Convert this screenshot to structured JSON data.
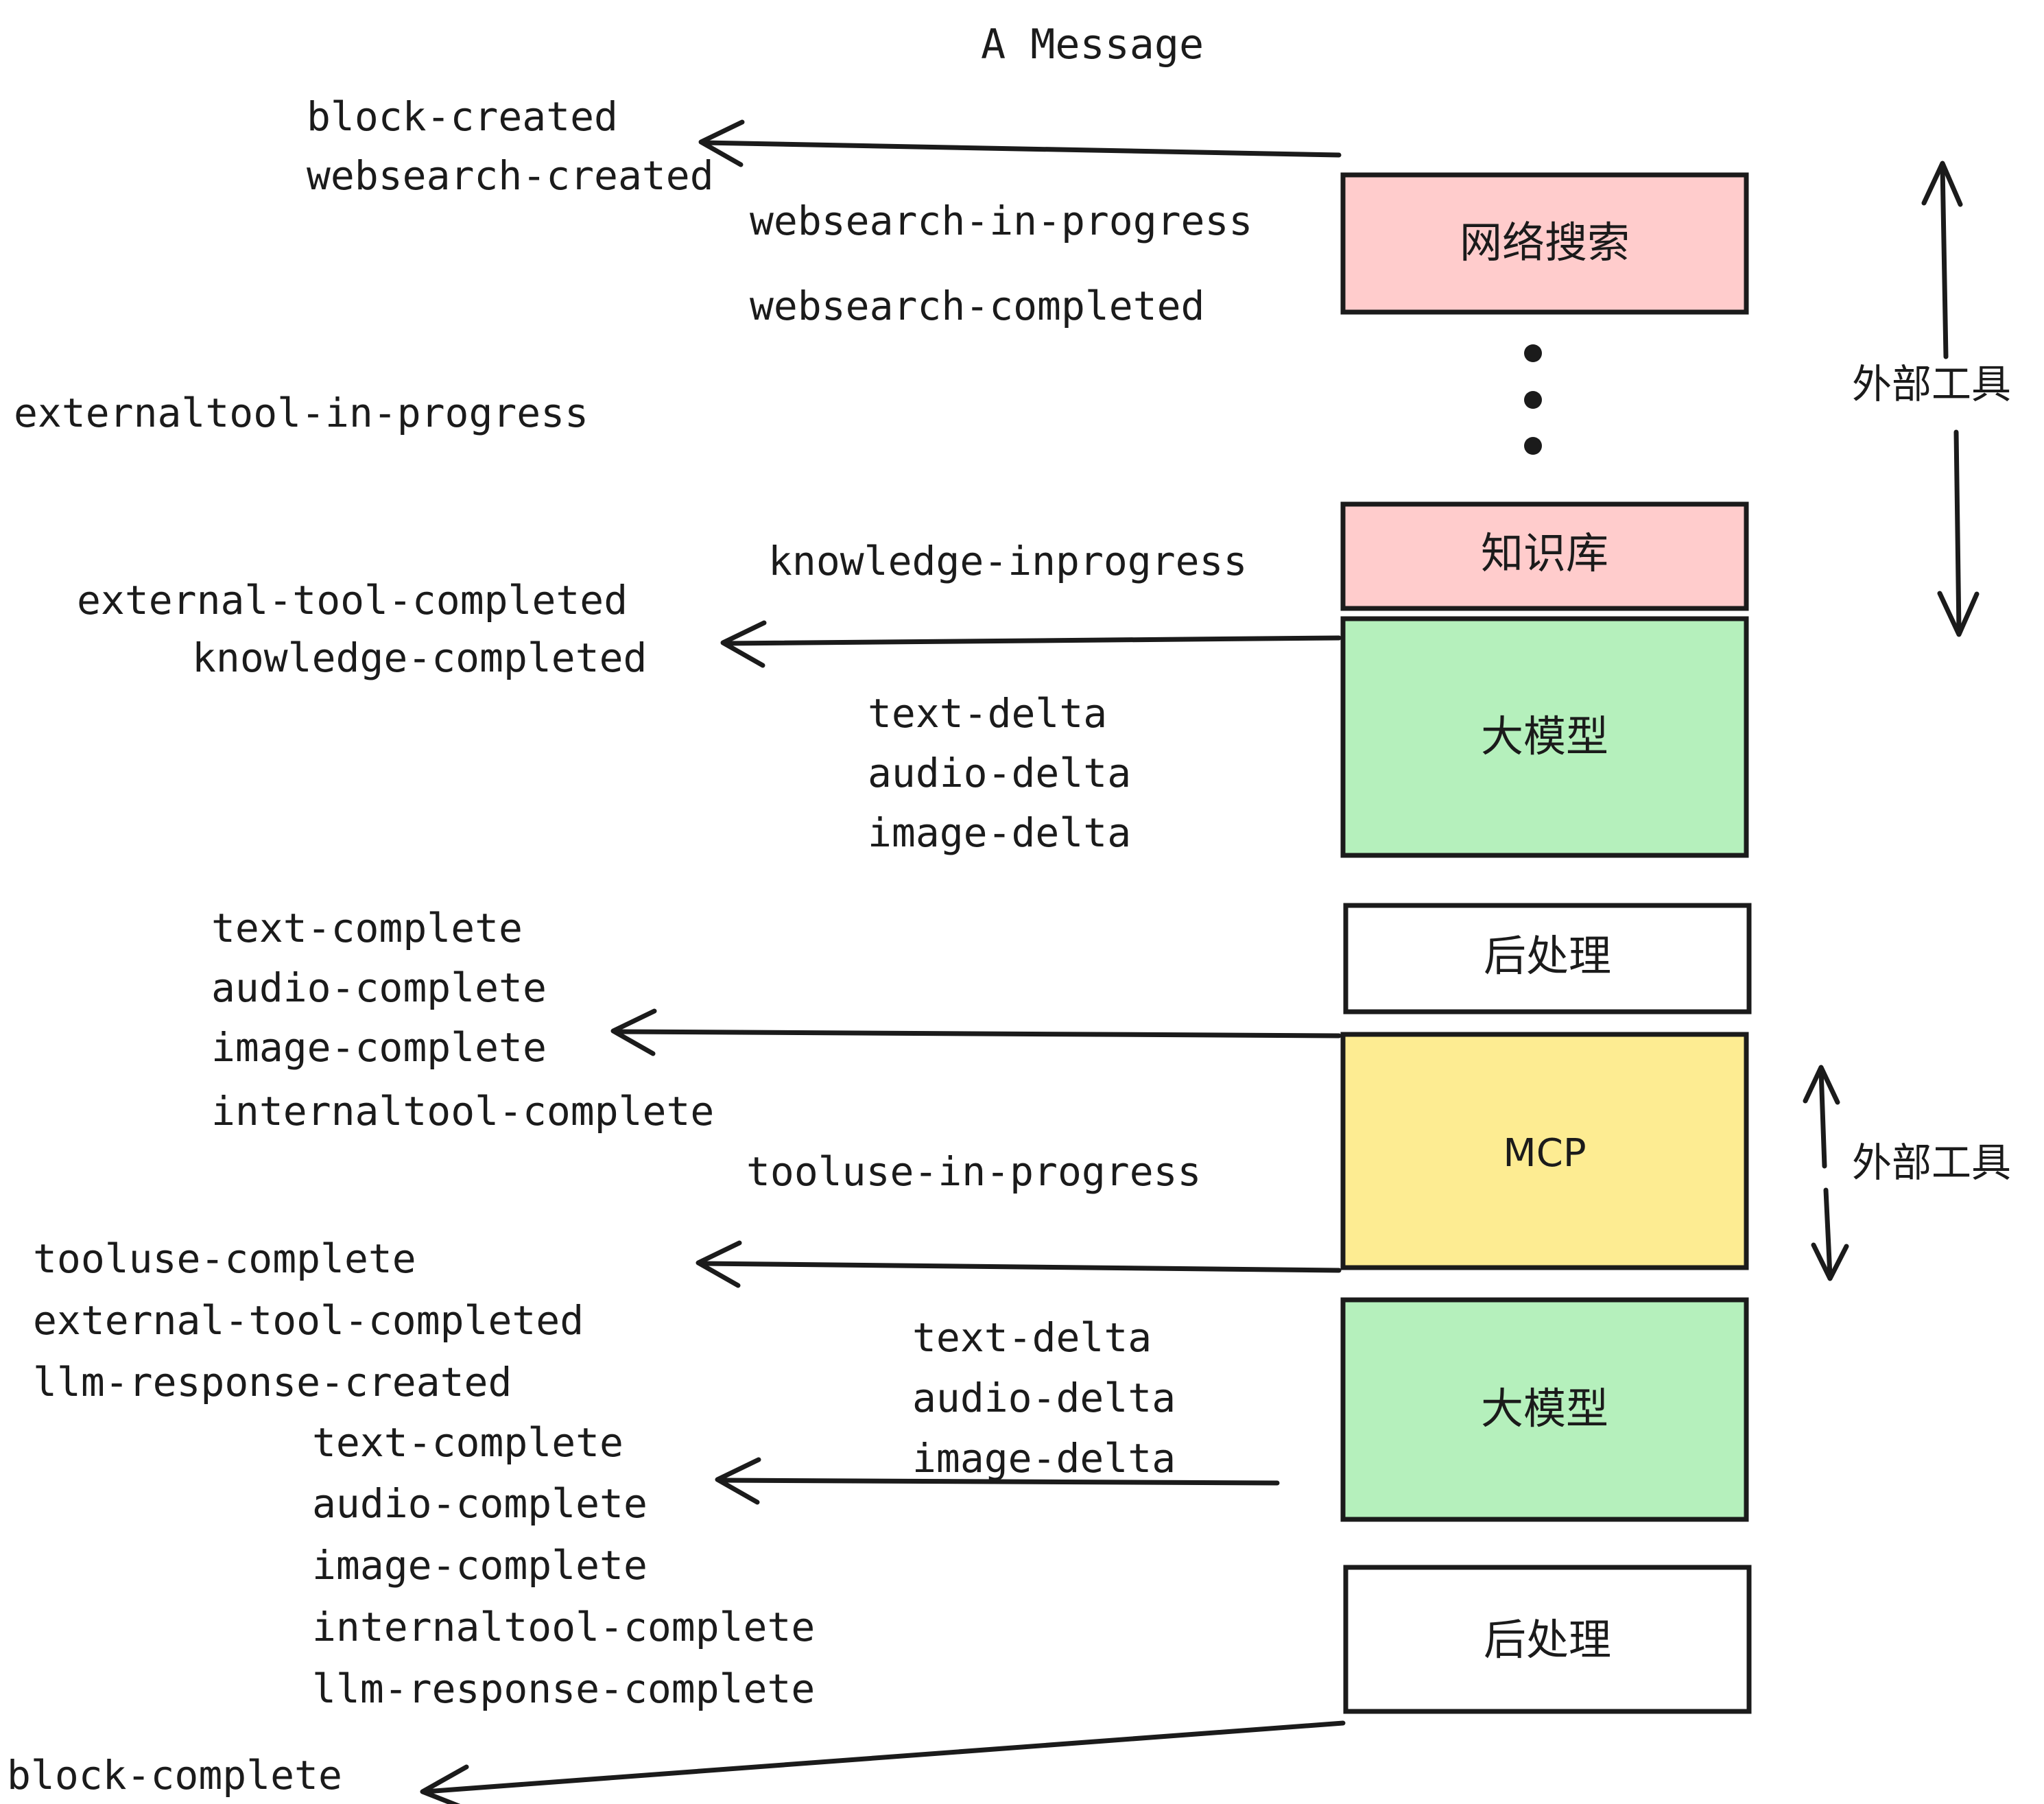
{
  "title": "A Message",
  "colors": {
    "pink": "#FFCCCC",
    "green": "#B5F0BC",
    "yellow": "#FDEC92",
    "white": "#FFFFFF",
    "stroke": "#1b1b1b",
    "background": "#FFFFFF"
  },
  "nodes": [
    {
      "id": "websearch",
      "label": "网络搜索",
      "fill": "#FFCCCC"
    },
    {
      "id": "knowledge",
      "label": "知识库",
      "fill": "#FFCCCC"
    },
    {
      "id": "llm-top",
      "label": "大模型",
      "fill": "#B5F0BC"
    },
    {
      "id": "postprocess-top",
      "label": "后处理",
      "fill": "#FFFFFF"
    },
    {
      "id": "mcp",
      "label": "MCP",
      "fill": "#FDEC92"
    },
    {
      "id": "llm-bottom",
      "label": "大模型",
      "fill": "#B5F0BC"
    },
    {
      "id": "postprocess-bottom",
      "label": "后处理",
      "fill": "#FFFFFF"
    }
  ],
  "side_labels": [
    {
      "id": "external-tools-top",
      "label": "外部工具"
    },
    {
      "id": "external-tools-bottom",
      "label": "外部工具"
    }
  ],
  "events": [
    {
      "id": "block-created",
      "label": "block-created"
    },
    {
      "id": "websearch-created",
      "label": "websearch-created"
    },
    {
      "id": "websearch-in-progress",
      "label": "websearch-in-progress"
    },
    {
      "id": "websearch-completed",
      "label": "websearch-completed"
    },
    {
      "id": "externaltool-in-progress",
      "label": "externaltool-in-progress"
    },
    {
      "id": "knowledge-inprogress",
      "label": "knowledge-inprogress"
    },
    {
      "id": "external-tool-completed-1",
      "label": "external-tool-completed"
    },
    {
      "id": "knowledge-completed",
      "label": "knowledge-completed"
    },
    {
      "id": "text-delta-1",
      "label": "text-delta"
    },
    {
      "id": "audio-delta-1",
      "label": "audio-delta"
    },
    {
      "id": "image-delta-1",
      "label": "image-delta"
    },
    {
      "id": "text-complete-1",
      "label": "text-complete"
    },
    {
      "id": "audio-complete-1",
      "label": "audio-complete"
    },
    {
      "id": "image-complete-1",
      "label": "image-complete"
    },
    {
      "id": "internaltool-complete-1",
      "label": "internaltool-complete"
    },
    {
      "id": "tooluse-in-progress",
      "label": "tooluse-in-progress"
    },
    {
      "id": "tooluse-complete",
      "label": "tooluse-complete"
    },
    {
      "id": "external-tool-completed-2",
      "label": "external-tool-completed"
    },
    {
      "id": "llm-response-created",
      "label": "llm-response-created"
    },
    {
      "id": "text-delta-2",
      "label": "text-delta"
    },
    {
      "id": "audio-delta-2",
      "label": "audio-delta"
    },
    {
      "id": "image-delta-2",
      "label": "image-delta"
    },
    {
      "id": "text-complete-2",
      "label": "text-complete"
    },
    {
      "id": "audio-complete-2",
      "label": "audio-complete"
    },
    {
      "id": "image-complete-2",
      "label": "image-complete"
    },
    {
      "id": "internaltool-complete-2",
      "label": "internaltool-complete"
    },
    {
      "id": "llm-response-complete",
      "label": "llm-response-complete"
    },
    {
      "id": "block-complete",
      "label": "block-complete"
    }
  ]
}
